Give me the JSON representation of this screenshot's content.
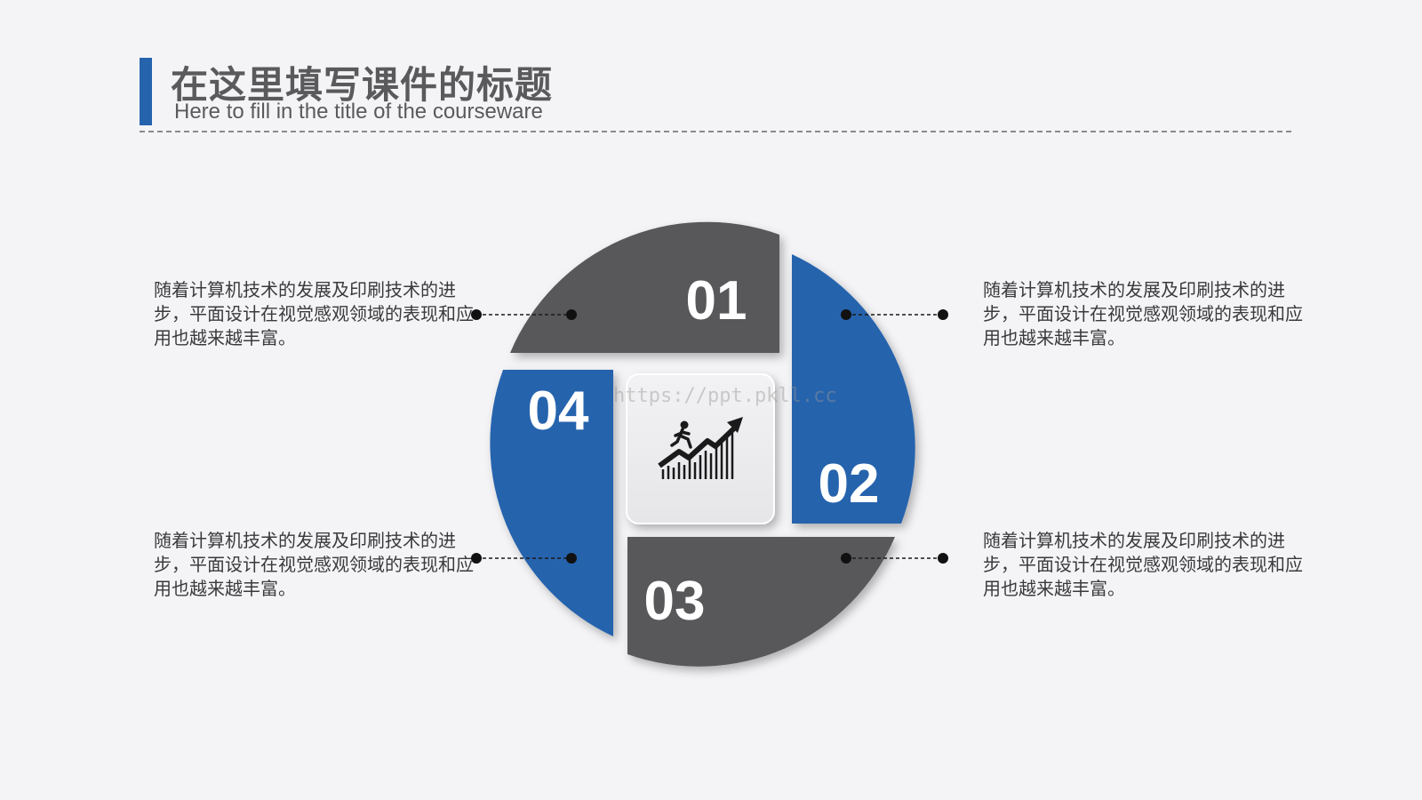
{
  "header": {
    "title": "在这里填写课件的标题",
    "subtitle": "Here to fill in the title of the courseware"
  },
  "segments": [
    {
      "number": "01",
      "color": "#58585a",
      "text": "随着计算机技术的发展及印刷技术的进步，平面设计在视觉感观领域的表现和应用也越来越丰富。"
    },
    {
      "number": "02",
      "color": "#2563ad",
      "text": "随着计算机技术的发展及印刷技术的进步，平面设计在视觉感观领域的表现和应用也越来越丰富。"
    },
    {
      "number": "03",
      "color": "#58585a",
      "text": "随着计算机技术的发展及印刷技术的进步，平面设计在视觉感观领域的表现和应用也越来越丰富。"
    },
    {
      "number": "04",
      "color": "#2563ad",
      "text": "随着计算机技术的发展及印刷技术的进步，平面设计在视觉感观领域的表现和应用也越来越丰富。"
    }
  ],
  "center_icon": "growth-chart-runner-icon",
  "watermark": "https://ppt.pkll.cc",
  "colors": {
    "accent": "#2563ad",
    "dark": "#58585a",
    "background": "#f4f4f6"
  }
}
